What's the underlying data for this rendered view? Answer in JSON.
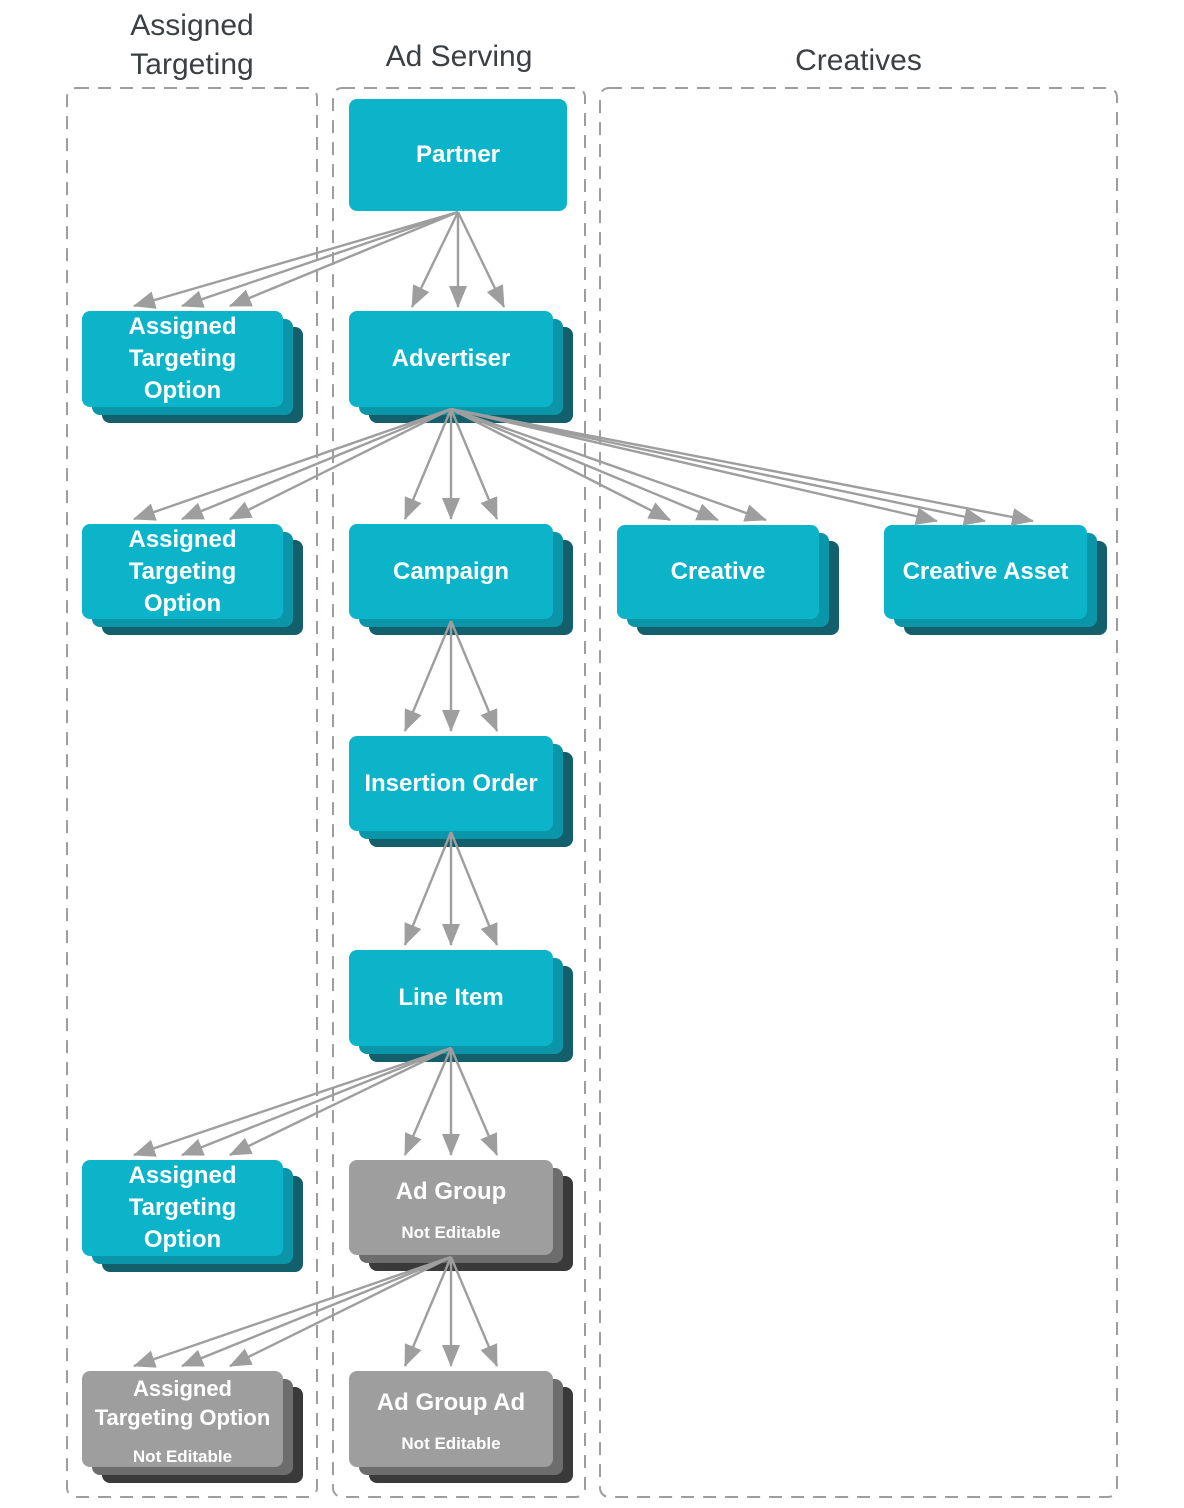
{
  "columns": [
    {
      "id": "assigned-targeting",
      "title": "Assigned\nTargeting"
    },
    {
      "id": "ad-serving",
      "title": "Ad Serving"
    },
    {
      "id": "creatives",
      "title": "Creatives"
    }
  ],
  "nodes": {
    "partner": {
      "label": "Partner",
      "editable": true
    },
    "ato1": {
      "label": "Assigned\nTargeting\nOption",
      "editable": true
    },
    "advertiser": {
      "label": "Advertiser",
      "editable": true
    },
    "ato2": {
      "label": "Assigned\nTargeting\nOption",
      "editable": true
    },
    "campaign": {
      "label": "Campaign",
      "editable": true
    },
    "creative": {
      "label": "Creative",
      "editable": true
    },
    "creative_asset": {
      "label": "Creative Asset",
      "editable": true
    },
    "insertion_order": {
      "label": "Insertion Order",
      "editable": true
    },
    "line_item": {
      "label": "Line Item",
      "editable": true
    },
    "ato3": {
      "label": "Assigned\nTargeting\nOption",
      "editable": true
    },
    "ad_group": {
      "label": "Ad Group",
      "sublabel": "Not Editable",
      "editable": false
    },
    "ato4": {
      "label": "Assigned\nTargeting Option",
      "sublabel": "Not Editable",
      "editable": false
    },
    "ad_group_ad": {
      "label": "Ad Group Ad",
      "sublabel": "Not Editable",
      "editable": false
    }
  },
  "relationships": [
    {
      "from": "Partner",
      "to": "Assigned Targeting Option"
    },
    {
      "from": "Partner",
      "to": "Advertiser"
    },
    {
      "from": "Advertiser",
      "to": "Assigned Targeting Option"
    },
    {
      "from": "Advertiser",
      "to": "Campaign"
    },
    {
      "from": "Advertiser",
      "to": "Creative"
    },
    {
      "from": "Advertiser",
      "to": "Creative Asset"
    },
    {
      "from": "Campaign",
      "to": "Insertion Order"
    },
    {
      "from": "Insertion Order",
      "to": "Line Item"
    },
    {
      "from": "Line Item",
      "to": "Assigned Targeting Option"
    },
    {
      "from": "Line Item",
      "to": "Ad Group"
    },
    {
      "from": "Ad Group",
      "to": "Assigned Targeting Option"
    },
    {
      "from": "Ad Group",
      "to": "Ad Group Ad"
    }
  ],
  "colors": {
    "teal-main": "#0CB4CA",
    "teal-mid": "#0A95A8",
    "teal-dark": "#135F6B",
    "gray-main": "#9E9E9E",
    "gray-mid": "#6D6D6D",
    "gray-dark": "#3A3A3A",
    "arrow": "#9E9E9E",
    "column-border": "#9E9E9E",
    "column-title": "#3C4043",
    "node-text": "#FFFFFF"
  }
}
